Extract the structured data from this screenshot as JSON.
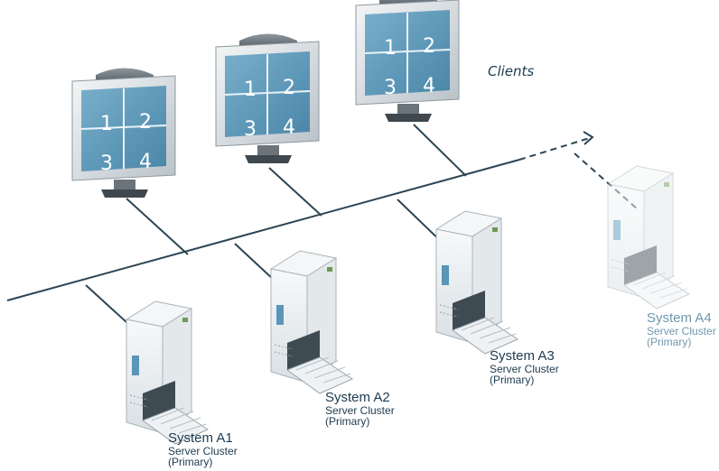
{
  "clients_label": "Clients",
  "monitor_quadrants": [
    "1",
    "2",
    "3",
    "4"
  ],
  "servers": [
    {
      "name": "System A1",
      "type": "Server Cluster",
      "role": "(Primary)",
      "status": "active"
    },
    {
      "name": "System A2",
      "type": "Server Cluster",
      "role": "(Primary)",
      "status": "active"
    },
    {
      "name": "System A3",
      "type": "Server Cluster",
      "role": "(Primary)",
      "status": "active"
    },
    {
      "name": "System A4",
      "type": "Server Cluster",
      "role": "(Primary)",
      "status": "faded"
    }
  ],
  "colors": {
    "line": "#2c4554",
    "screen": "#5a96b7",
    "text": "#1c3a4e",
    "faded_text": "#6f97ad"
  }
}
